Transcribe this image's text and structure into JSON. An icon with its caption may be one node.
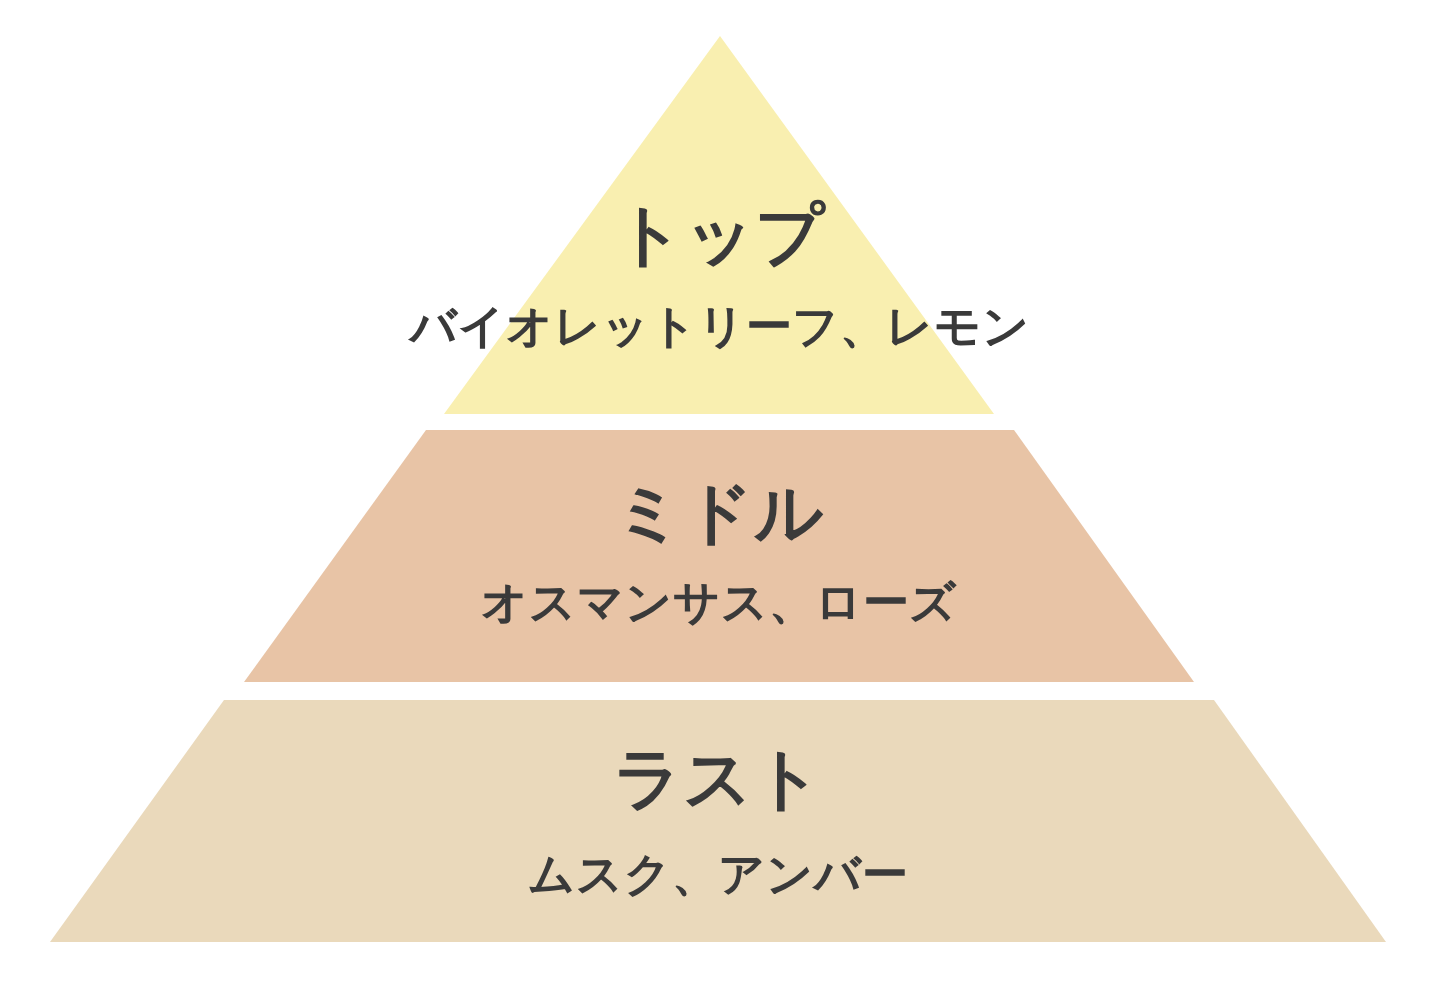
{
  "diagram": {
    "nodes": [
      {
        "text": [
          "トップ",
          "バイオレットリーフ、レモン"
        ]
      },
      {
        "text": [
          "ミドル",
          "オスマンサス、ローズ"
        ]
      },
      {
        "text": [
          "ラスト",
          "ムスク、アンバー"
        ]
      }
    ]
  }
}
